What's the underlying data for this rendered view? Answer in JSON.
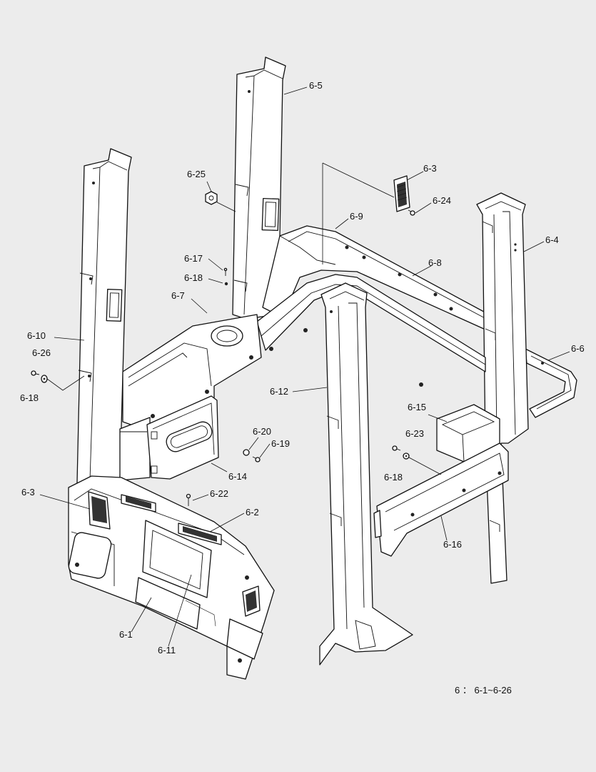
{
  "callouts": {
    "c6_1": "6-1",
    "c6_2": "6-2",
    "c6_3a": "6-3",
    "c6_3b": "6-3",
    "c6_4": "6-4",
    "c6_5": "6-5",
    "c6_6": "6-6",
    "c6_7": "6-7",
    "c6_8": "6-8",
    "c6_9": "6-9",
    "c6_10": "6-10",
    "c6_11": "6-11",
    "c6_12": "6-12",
    "c6_14": "6-14",
    "c6_15": "6-15",
    "c6_16": "6-16",
    "c6_17": "6-17",
    "c6_18a": "6-18",
    "c6_18b": "6-18",
    "c6_18c": "6-18",
    "c6_19": "6-19",
    "c6_20": "6-20",
    "c6_22": "6-22",
    "c6_23": "6-23",
    "c6_24": "6-24",
    "c6_25": "6-25",
    "c6_26": "6-26"
  },
  "assembly_note": "6 ： 6-1~6-26"
}
